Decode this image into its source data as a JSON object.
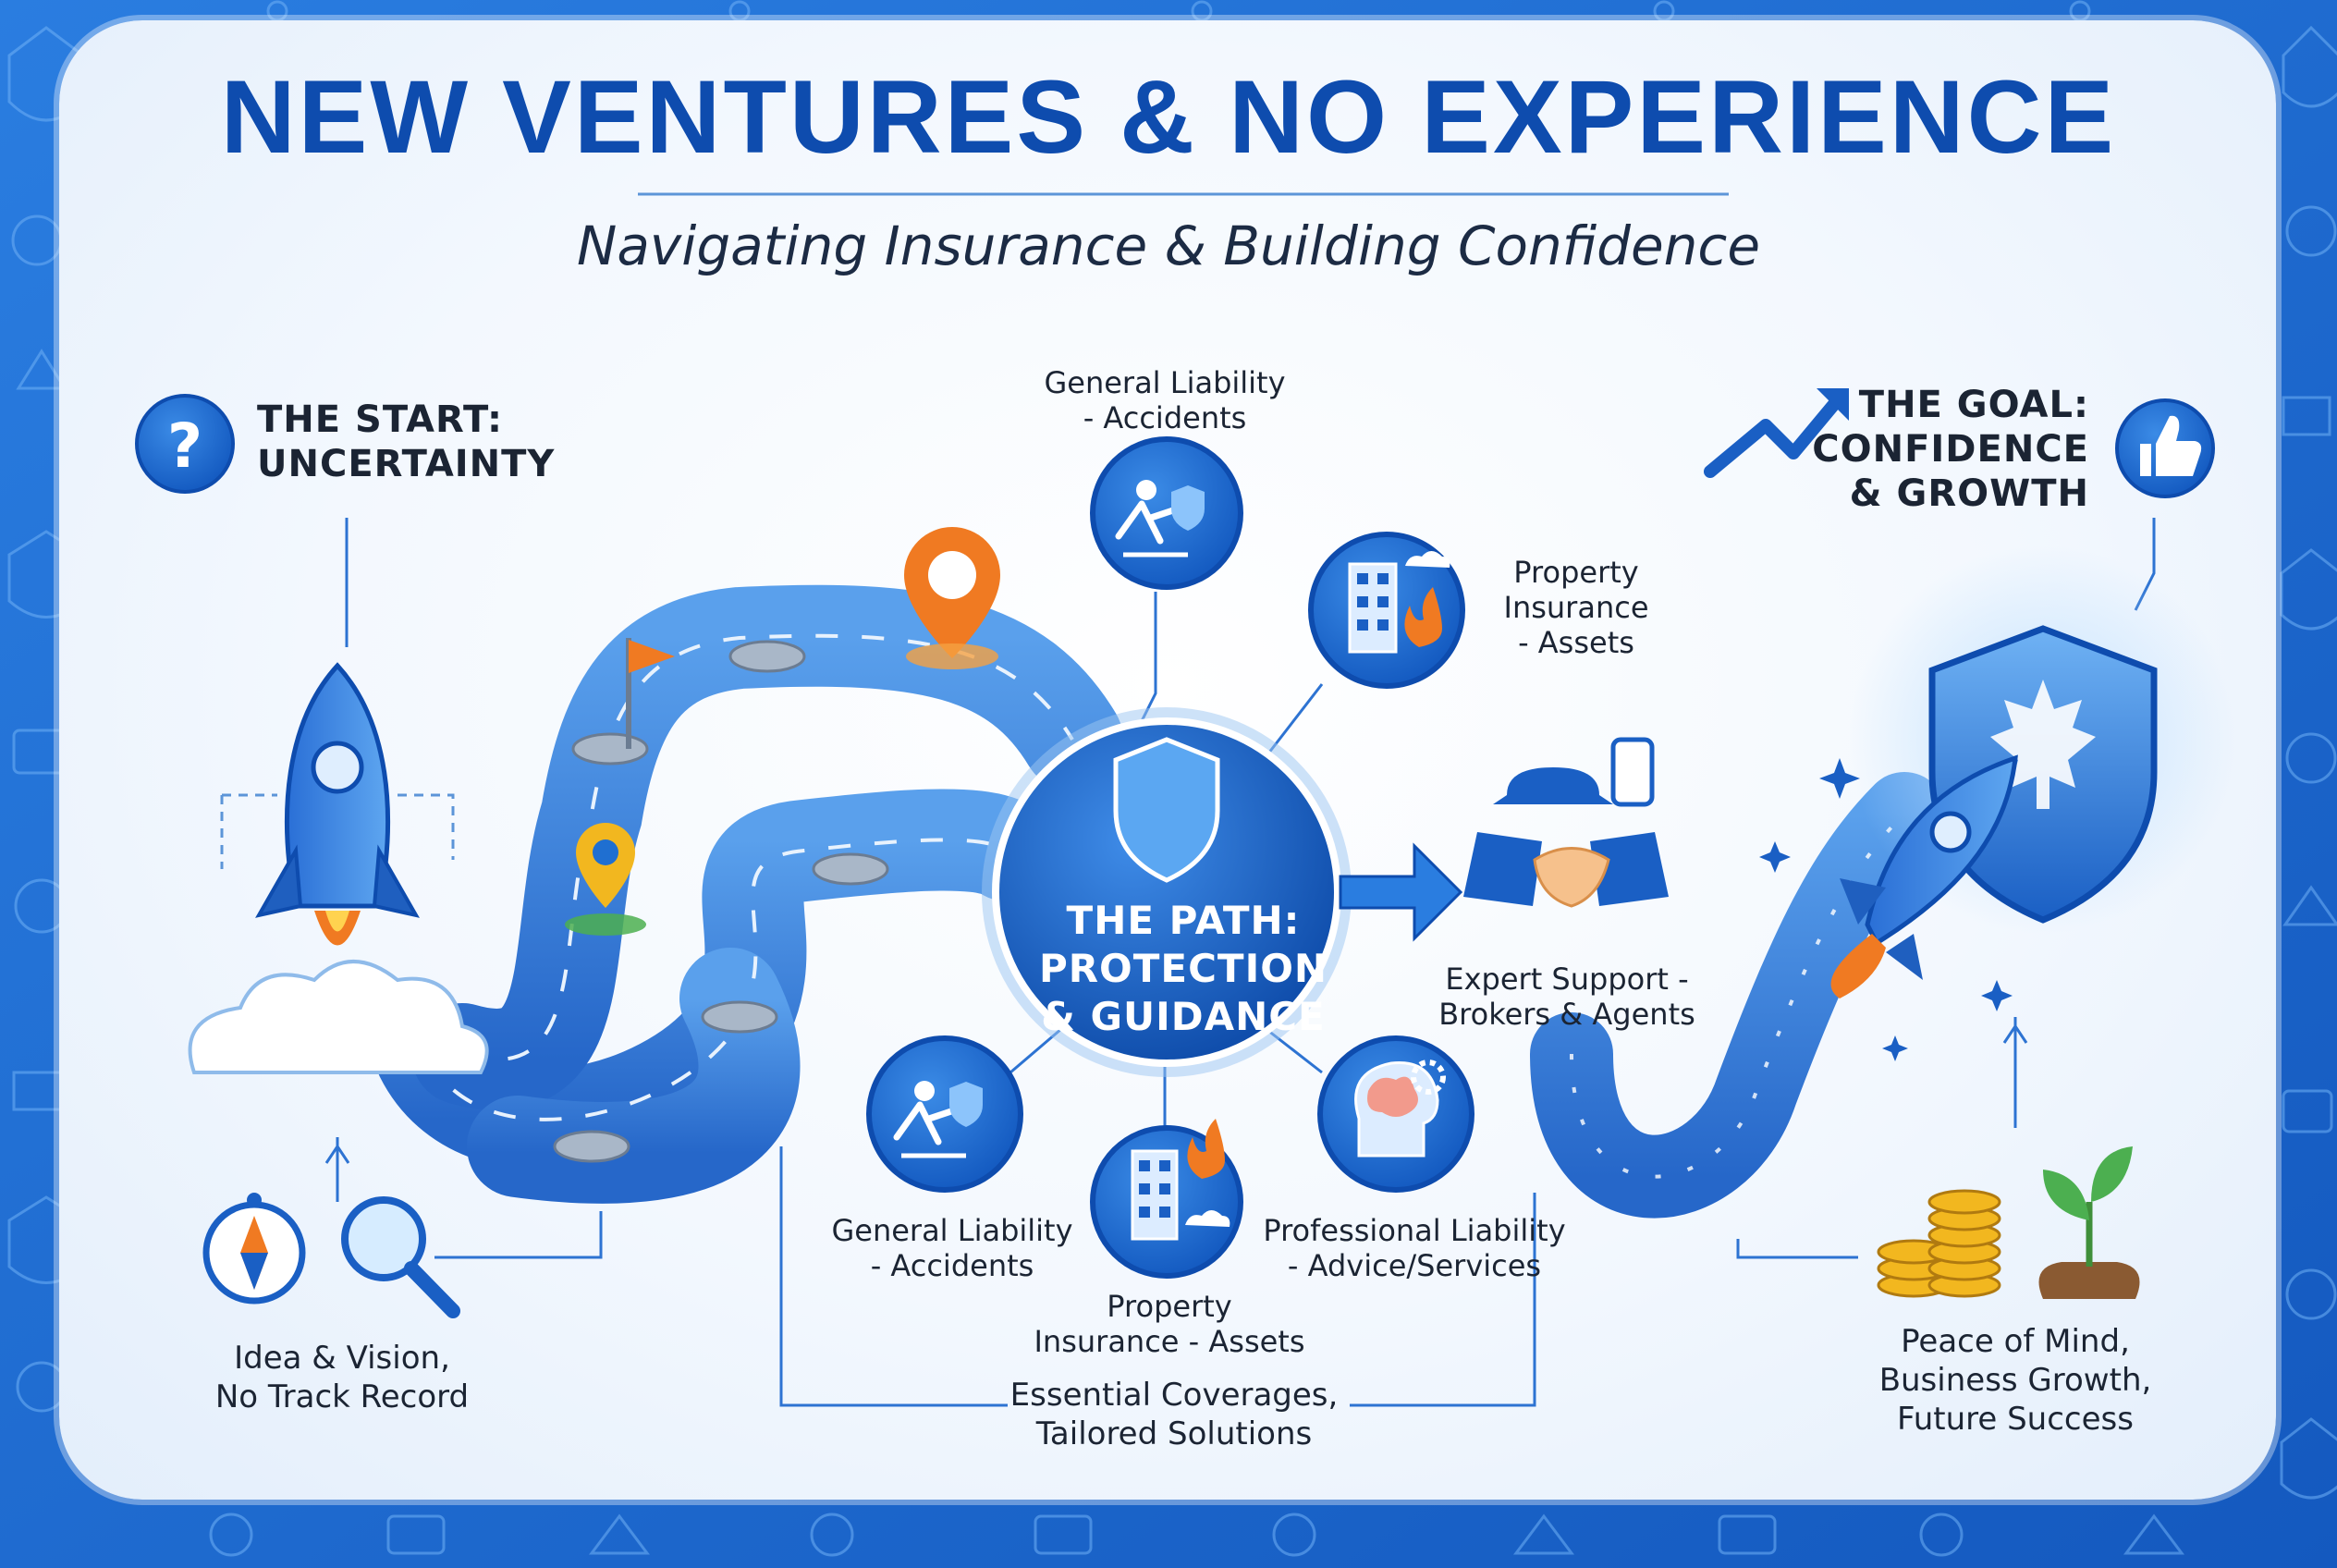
{
  "header": {
    "title": "NEW VENTURES & NO EXPERIENCE",
    "subtitle": "Navigating Insurance & Building Confidence"
  },
  "start": {
    "title_line1": "THE START:",
    "title_line2": "UNCERTAINTY",
    "caption_line1": "Idea & Vision,",
    "caption_line2": "No Track Record",
    "icons": [
      "question-icon",
      "rocket-icon",
      "cloud-icon",
      "compass-icon",
      "magnifier-icon"
    ]
  },
  "path": {
    "title_line1": "THE PATH:",
    "title_line2": "PROTECTION",
    "title_line3": "& GUIDANCE",
    "top_nodes": [
      {
        "line1": "General Liability",
        "line2": "- Accidents",
        "icon": "falling-person-icon"
      },
      {
        "line1": "Property",
        "line2": "Insurance",
        "line3": "- Assets",
        "icon": "building-fire-icon"
      }
    ],
    "bottom_nodes": [
      {
        "line1": "General Liability",
        "line2": "- Accidents",
        "icon": "falling-person-icon"
      },
      {
        "line1": "Property",
        "line2": "Insurance - Assets",
        "icon": "building-fire-icon"
      },
      {
        "line1": "Professional Liability",
        "line2": "- Advice/Services",
        "icon": "brain-gear-icon"
      }
    ],
    "summary_line1": "Essential Coverages,",
    "summary_line2": "Tailored Solutions"
  },
  "support": {
    "line1": "Expert Support -",
    "line2": "Brokers & Agents",
    "icon": "handshake-icon"
  },
  "goal": {
    "title_line1": "THE GOAL:",
    "title_line2": "CONFIDENCE",
    "title_line3": "& GROWTH",
    "caption_line1": "Peace of Mind,",
    "caption_line2": "Business Growth,",
    "caption_line3": "Future Success",
    "icons": [
      "trend-arrow-icon",
      "thumbs-up-icon",
      "maple-shield-icon",
      "coins-icon",
      "sprout-icon"
    ]
  },
  "colors": {
    "primary": "#1565c0",
    "dark_blue": "#0e4cae",
    "accent_orange": "#f07a22",
    "road": "#3d86de"
  }
}
